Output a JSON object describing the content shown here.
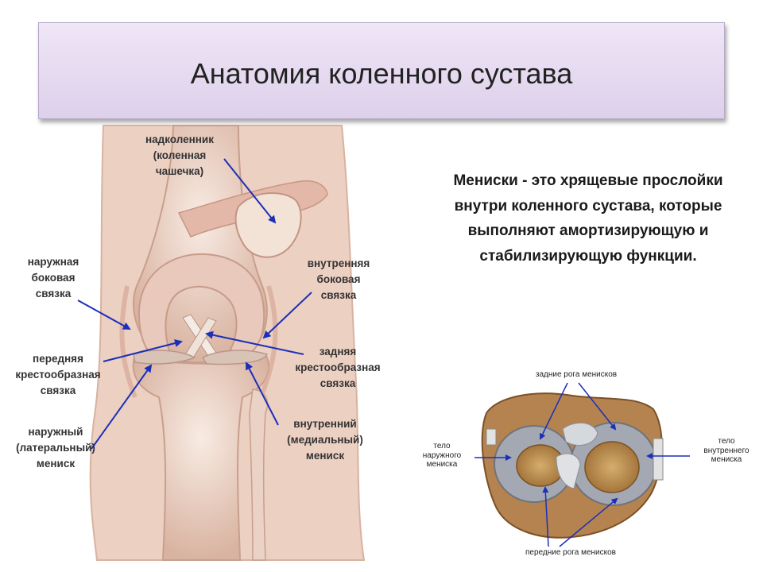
{
  "title": "Анатомия коленного сустава",
  "description": "Мениски - это хрящевые прослойки внутри коленного сустава, которые выполняют амортизирующую и стабилизирующую функции.",
  "knee_labels": {
    "patella": [
      "надколенник",
      "(коленная",
      "чашечка)"
    ],
    "lateral_collateral": [
      "наружная",
      "боковая",
      "связка"
    ],
    "medial_collateral": [
      "внутренняя",
      "боковая",
      "связка"
    ],
    "anterior_cruciate": [
      "передняя",
      "крестообразная",
      "связка"
    ],
    "posterior_cruciate": [
      "задняя",
      "крестообразная",
      "связка"
    ],
    "lateral_meniscus": [
      "наружный",
      "(латеральный)",
      "мениск"
    ],
    "medial_meniscus": [
      "внутренний",
      "(медиальный)",
      "мениск"
    ]
  },
  "meniscus_labels": {
    "posterior_horns": "задние рога менисков",
    "lateral_body": [
      "тело",
      "наружного",
      "мениска"
    ],
    "medial_body": [
      "тело",
      "внутреннего",
      "мениска"
    ],
    "anterior_horns": "передние рога менисков"
  },
  "colors": {
    "arrow": "#1c2fb8",
    "skin": "#e9c7b6",
    "bone": "#f1dcd0",
    "cartilage": "#9aa0aa",
    "tibial_plateau": "#c79a5c"
  }
}
